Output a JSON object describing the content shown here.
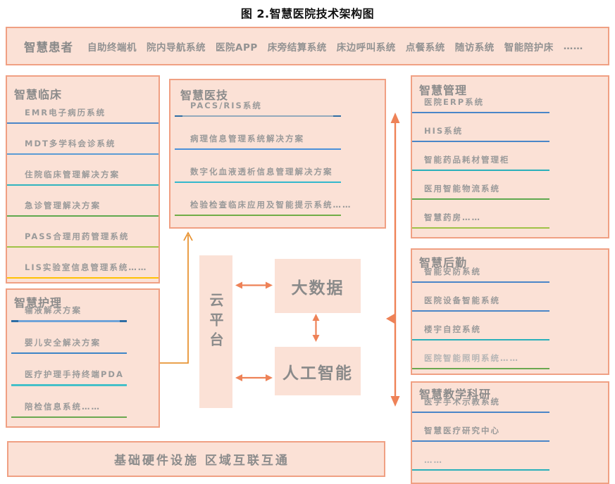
{
  "title": "图 2.智慧医院技术架构图",
  "patient_bar": {
    "title": "智慧患者",
    "items": [
      "自助终端机",
      "院内导航系统",
      "医院APP",
      "床旁结算系统",
      "床边呼叫系统",
      "点餐系统",
      "随访系统",
      "智能陪护床",
      "……"
    ]
  },
  "clinical": {
    "title": "智慧临床",
    "items": [
      {
        "label": "EMR电子病历系统",
        "line": "#4a86c8"
      },
      {
        "label": "MDT多学科会诊系统",
        "line": "#5b9bd5"
      },
      {
        "label": "住院临床管理解决方案",
        "line": "#2fb3bf"
      },
      {
        "label": "急诊管理解决方案",
        "line": "#5fa84e"
      },
      {
        "label": "PASS合理用药管理系统",
        "line": "#9fc246"
      },
      {
        "label": "LIS实验室信息管理系统……",
        "line": "#ffc104"
      }
    ]
  },
  "nursing": {
    "title": "智慧护理",
    "items": [
      {
        "label": "输液解决方案",
        "line": "linear-gradient(to right,#2e6da4 0px 10px,#6fa3d8 10px 154px,#2e6da4 154px 164px)"
      },
      {
        "label": "婴儿安全解决方案",
        "line": "#3d85c6"
      },
      {
        "label": "医疗护理手持终端PDA",
        "line": "#45c0c9"
      },
      {
        "label": "陪检信息系统……",
        "line": "#6aa84f"
      }
    ]
  },
  "medtech": {
    "title": "智慧医技",
    "items": [
      {
        "label": "PACS/RIS系统",
        "line": "linear-gradient(to right,#2e6da4 0px 11px,#93a9bc 11px 225px,#2e6da4 225px 236px)"
      },
      {
        "label": "病理信息管理系统解决方案",
        "line": "#4a90d9"
      },
      {
        "label": "数字化血液透析信息管理解决方案",
        "line": "#33b8cc"
      },
      {
        "label": "检验检查临床应用及智能提示系统……",
        "line": "#70ad47"
      }
    ]
  },
  "management": {
    "title": "智慧管理",
    "items": [
      {
        "label": "医院ERP系统",
        "line": "#4a86c8"
      },
      {
        "label": "HIS系统",
        "line": "#4a86c8"
      },
      {
        "label": "智能药品耗材管理柜",
        "line": "#2ab0ba"
      },
      {
        "label": "医用智能物流系统",
        "line": "#5fa84e"
      },
      {
        "label": "智慧药房……",
        "line": "#9fc246"
      }
    ]
  },
  "logistics": {
    "title": "智慧后勤",
    "items": [
      {
        "label": "智能安防系统",
        "line": "#4a86c8"
      },
      {
        "label": "医院设备智能系统",
        "line": "#4a86c8"
      },
      {
        "label": "楼宇自控系统",
        "line": "#2ab0ba"
      },
      {
        "label": "医院智能照明系统……",
        "line": "#6aa84f"
      }
    ]
  },
  "research": {
    "title": "智慧教学科研",
    "items": [
      {
        "label": "医学手术示教系统",
        "line": "#4a86c8"
      },
      {
        "label": "智慧医疗研究中心",
        "line": "#4a86c8"
      },
      {
        "label": "……",
        "line": "#2ab0ba"
      }
    ]
  },
  "core": {
    "cloud": "云平台",
    "bigdata": "大数据",
    "ai": "人工智能"
  },
  "bottom_bar": {
    "label": "基础硬件设施  区域互联互通"
  },
  "colors": {
    "box_fill": "#fbe1d6",
    "box_border": "#f0a083",
    "arrow": "#ee8257",
    "connector": "#e89434"
  }
}
